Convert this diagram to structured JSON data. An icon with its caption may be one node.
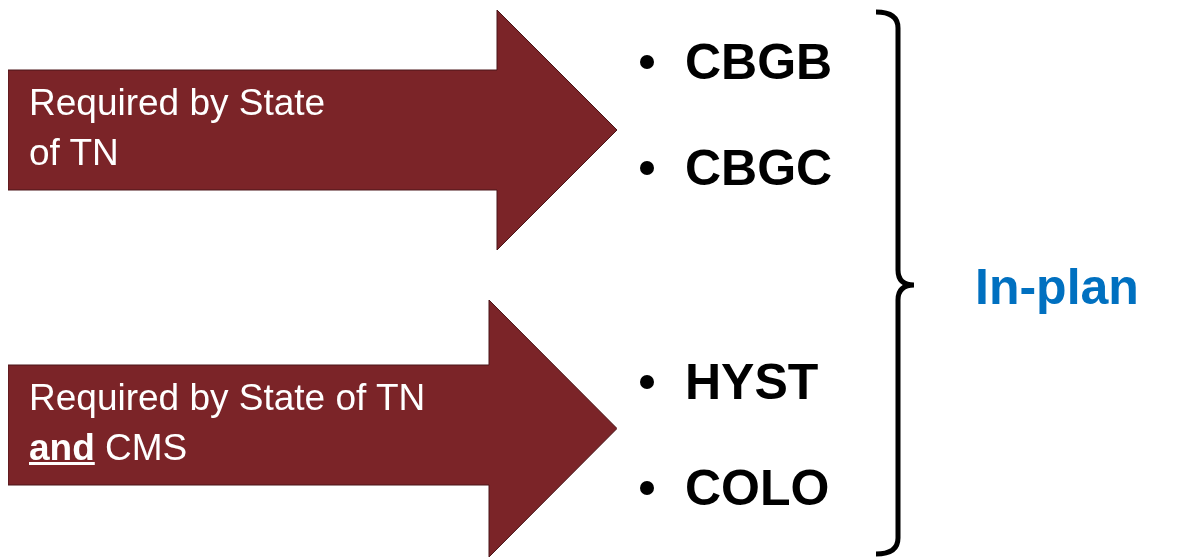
{
  "diagram": {
    "nodes": [
      {
        "text": [
          "Required by State of TN"
        ]
      },
      {
        "text": [
          "Required by State of TN **and** CMS"
        ]
      }
    ],
    "labels": [
      "CBGB",
      "CBGC",
      "HYST",
      "COLO",
      "In-plan"
    ]
  }
}
